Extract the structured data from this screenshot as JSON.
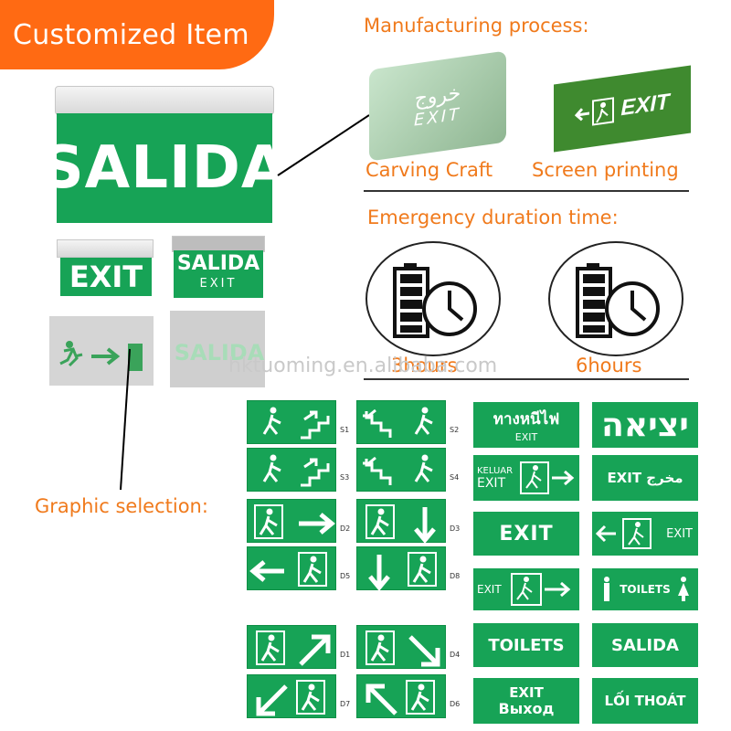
{
  "banner": "Customized Item",
  "manufacturing": {
    "heading": "Manufacturing process:",
    "carving_label": "Carving Craft",
    "screen_label": "Screen printing",
    "carving_plate": {
      "arabic": "خروج",
      "english": "EXIT"
    },
    "screen_plate": {
      "text": "EXIT"
    }
  },
  "emergency": {
    "heading": "Emergency duration time:",
    "options": [
      "3hours",
      "6hours"
    ]
  },
  "watermark": "hktuoming.en.alibaba.com",
  "graphic_heading": "Graphic selection:",
  "fixtures": {
    "main": "SALIDA",
    "exit": "EXIT",
    "salida_small": {
      "title": "SALIDA",
      "subtitle": "EXIT"
    },
    "ghost": "SALIDA"
  },
  "pictograms": [
    {
      "code": "S1"
    },
    {
      "code": "S2"
    },
    {
      "code": "S3"
    },
    {
      "code": "S4"
    },
    {
      "code": "D2"
    },
    {
      "code": "D3"
    },
    {
      "code": "D5"
    },
    {
      "code": "D8"
    },
    {
      "code": "D1"
    },
    {
      "code": "D4"
    },
    {
      "code": "D7"
    },
    {
      "code": "D6"
    }
  ],
  "text_signs": {
    "thai": {
      "line1": "ทางหนีไฟ",
      "line2": "EXIT"
    },
    "hebrew": "יציאה",
    "keluar": {
      "line1": "KELUAR",
      "line2": "EXIT"
    },
    "exit_arabic": "EXIT مخرج",
    "exit_plain": "EXIT",
    "exit_left": "EXIT",
    "exit_run": "EXIT",
    "toilets_icon": "TOILETS",
    "toilets": "TOILETS",
    "salida": "SALIDA",
    "exit_vykhod": {
      "line1": "EXIT",
      "line2": "Bыxoд"
    },
    "loi_thoat": "LỐI THOÁT"
  },
  "colors": {
    "accent": "#f07a1c",
    "sign_green": "#17a356",
    "banner": "#ff6a13"
  }
}
